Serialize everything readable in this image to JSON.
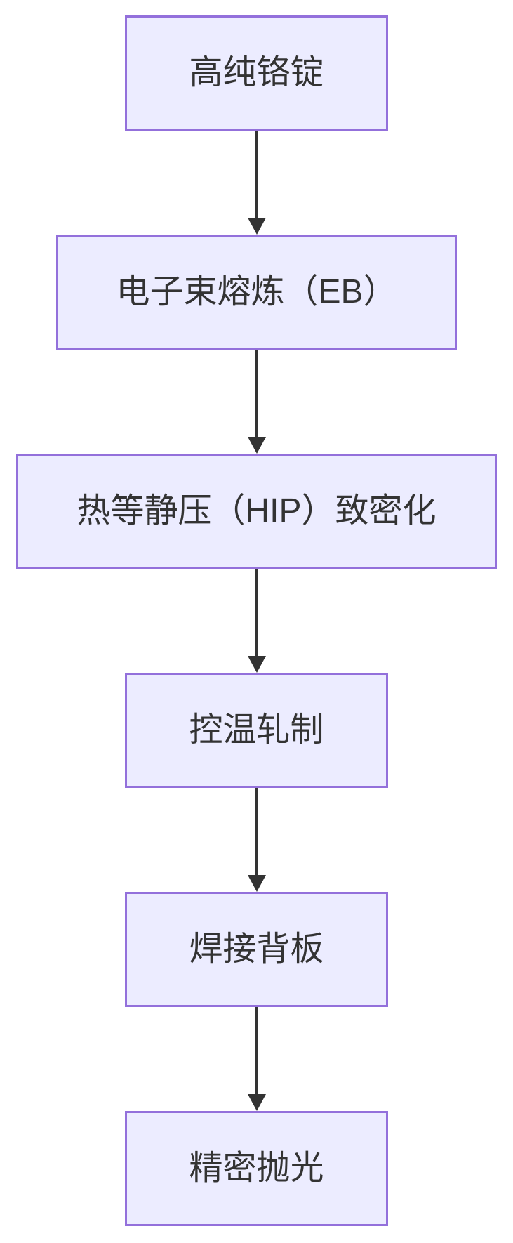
{
  "diagram": {
    "type": "flowchart",
    "direction": "top-down",
    "colors": {
      "node_fill": "#ECECFF",
      "node_border": "#9370DB",
      "node_text": "#333333",
      "arrow": "#333333",
      "background": "#FFFFFF"
    },
    "nodes": [
      {
        "id": "step-1",
        "label": "高纯铬锭"
      },
      {
        "id": "step-2",
        "label": "电子束熔炼（EB）"
      },
      {
        "id": "step-3",
        "label": "热等静压（HIP）致密化"
      },
      {
        "id": "step-4",
        "label": "控温轧制"
      },
      {
        "id": "step-5",
        "label": "焊接背板"
      },
      {
        "id": "step-6",
        "label": "精密抛光"
      }
    ],
    "edges": [
      {
        "from": "step-1",
        "to": "step-2",
        "arrow": "down"
      },
      {
        "from": "step-2",
        "to": "step-3",
        "arrow": "down"
      },
      {
        "from": "step-3",
        "to": "step-4",
        "arrow": "down"
      },
      {
        "from": "step-4",
        "to": "step-5",
        "arrow": "down"
      },
      {
        "from": "step-5",
        "to": "step-6",
        "arrow": "down"
      }
    ]
  }
}
